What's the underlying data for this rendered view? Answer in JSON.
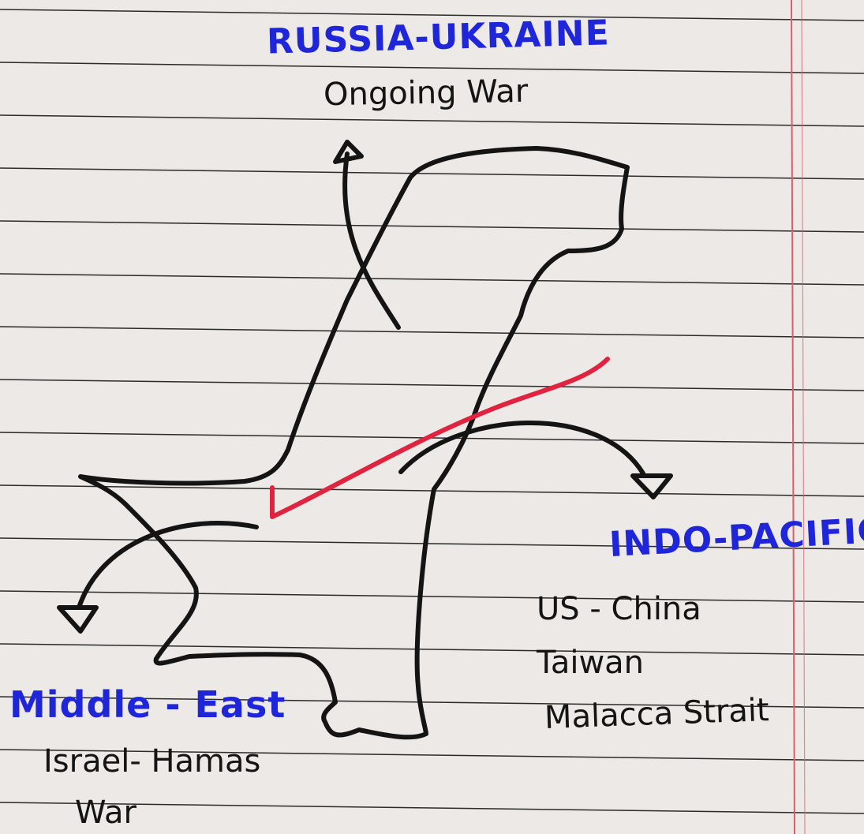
{
  "diagram": {
    "russia_ukraine": {
      "title": "RUSSIA-UKRAINE",
      "lines": [
        "Ongoing War"
      ],
      "color": "#1f25d8"
    },
    "indo_pacific": {
      "title": "INDO-PACIFIC",
      "lines": [
        "US - China",
        "Taiwan",
        "Malacca Strait"
      ],
      "color": "#1f25d8"
    },
    "middle_east": {
      "title": "Middle - East",
      "lines": [
        "Israel- Hamas",
        "War"
      ],
      "color": "#1f25d8"
    }
  },
  "colors": {
    "paper": "#ece9e6",
    "rule_lines": "#2b2b2b",
    "margin_line": "#d9606a",
    "ink": "#141414",
    "highlight_stroke": "#e02440"
  },
  "icons": {
    "outline": "india-map-outline-icon",
    "arrows": [
      "arrow-up-icon",
      "arrow-right-icon",
      "arrow-left-icon"
    ],
    "highlight": "red-check-stroke-icon"
  }
}
